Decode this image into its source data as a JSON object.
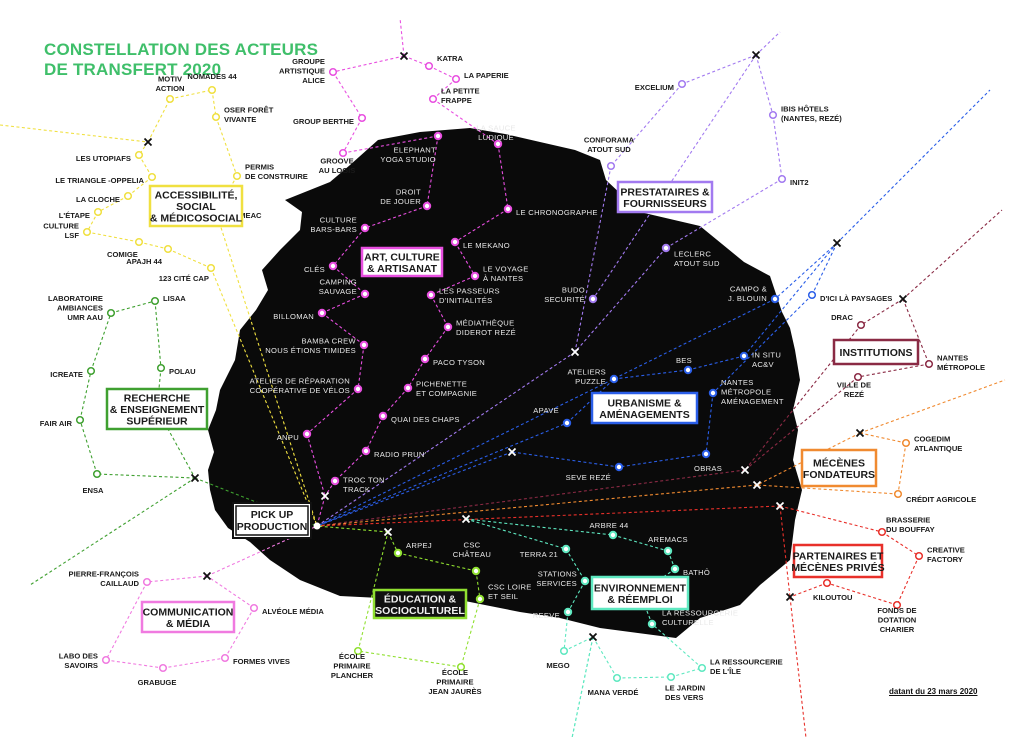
{
  "title": [
    "CONSTELLATION DES ACTEURS",
    "DE TRANSFERT 2020"
  ],
  "date_note": "datant du 23 mars 2020",
  "hub": {
    "label": [
      "PICK UP",
      "PRODUCTION"
    ]
  },
  "colors": {
    "background": "#ffffff",
    "landmass": "#0a0a0a",
    "title": "#3fbf6a",
    "accessibilite": "#f0e040",
    "art": "#e84ee0",
    "prestataires": "#a27af0",
    "urbanisme": "#2a5ee8",
    "institutions": "#8a2a44",
    "mecenes_fondateurs": "#f08a30",
    "partenaires": "#e8302a",
    "environnement": "#5ee8c0",
    "education": "#90e030",
    "recherche": "#3fa030",
    "communication": "#f07ae0"
  },
  "categories": [
    {
      "id": "accessibilite",
      "label": [
        "ACCESSIBILITÉ,",
        "SOCIAL",
        "& MÉDICOSOCIAL"
      ],
      "actors": [
        "MOTIV ACTION",
        "NOMADES 44",
        "OSER FORÊT VIVANTE",
        "PERMIS DE CONSTRUIRE",
        "LES UTOPIAFS",
        "LE TRIANGLE -OPPELIA",
        "LA CLOCHE",
        "L'ÉTAPE",
        "CULTURE LSF",
        "COMIGE",
        "APAJH 44",
        "123 CITÉ CAP",
        "TREMEAC"
      ]
    },
    {
      "id": "art",
      "label": [
        "ART, CULTURE",
        "& ARTISANAT"
      ],
      "actors": [
        "GROUPE ARTISTIQUE ALICE",
        "GROUP BERTHE",
        "GROOVE AU LOGIS",
        "KATRA",
        "LA PAPERIE",
        "LA PETITE FRAPPE",
        "LA SAUCE LUDIQUE",
        "ELEPHANT YOGA STUDIO",
        "DROIT DE JOUER",
        "CULTURE BARS-BARS",
        "CLÉS",
        "CAMPING SAUVAGE",
        "BILLOMAN",
        "BAMBA CREW NOUS ÉTIONS TIMIDES",
        "ATELIER DE RÉPARATION COOPÉRATIVE DE VÉLOS",
        "ANPU",
        "LE CHRONOGRAPHE",
        "LE MEKANO",
        "LE VOYAGE À NANTES",
        "LES PASSEURS D'INITIALITÉS",
        "MÉDIATHÈQUE DIDEROT REZÉ",
        "PACO TYSON",
        "PICHENETTE ET COMPAGNIE",
        "QUAI DES CHAPS",
        "RADIO PRUN'",
        "TROC TON TRACK"
      ]
    },
    {
      "id": "prestataires",
      "label": [
        "PRESTATAIRES &",
        "FOURNISSEURS"
      ],
      "actors": [
        "EXCELIUM",
        "IBIS HÔTELS (NANTES, REZÉ)",
        "INIT2",
        "CONFORAMA ATOUT SUD",
        "LECLERC ATOUT SUD",
        "BUDO SECURITÉ"
      ]
    },
    {
      "id": "urbanisme",
      "label": [
        "URBANISME &",
        "AMÉNAGEMENTS"
      ],
      "actors": [
        "CAMPO & J. BLOUIN",
        "D'ICI LÀ PAYSAGES",
        "IN SITU AC&V",
        "NANTES MÉTROPOLE AMÉNAGEMENT",
        "BES",
        "ATELIERS PUZZLE",
        "APAVE",
        "SEVE REZÉ",
        "OBRAS"
      ]
    },
    {
      "id": "institutions",
      "label": [
        "INSTITUTIONS"
      ],
      "actors": [
        "DRAC",
        "NANTES MÉTROPOLE",
        "VILLE DE REZÉ"
      ]
    },
    {
      "id": "mecenes_fondateurs",
      "label": [
        "MÉCÈNES",
        "FONDATEURS"
      ],
      "actors": [
        "COGEDIM ATLANTIQUE",
        "CRÉDIT AGRICOLE"
      ]
    },
    {
      "id": "partenaires",
      "label": [
        "PARTENAIRES ET",
        "MÉCÈNES PRIVÉS"
      ],
      "actors": [
        "BRASSERIE DU BOUFFAY",
        "CREATIVE FACTORY",
        "FONDS DE DOTATION CHARIER",
        "KILOUTOU"
      ]
    },
    {
      "id": "environnement",
      "label": [
        "ENVIRONNEMENT",
        "& RÉEMPLOI"
      ],
      "actors": [
        "TERRA 21",
        "ARBRE 44",
        "AREMACS",
        "BATHÔ",
        "STATIONS SERVICES",
        "REEVE",
        "LA RESSOURCERIE CULTURELLE",
        "MEGO",
        "MANA VERDÉ",
        "LE JARDIN DES VERS",
        "LA RESSOURCERIE DE L'ÎLE"
      ]
    },
    {
      "id": "education",
      "label": [
        "ÉDUCATION &",
        "SOCIOCULTUREL"
      ],
      "actors": [
        "ARPEJ",
        "CSC CHÂTEAU",
        "CSC LOIRE ET SEIL",
        "ÉCOLE PRIMAIRE PLANCHER",
        "ÉCOLE PRIMAIRE JEAN JAURÈS"
      ]
    },
    {
      "id": "recherche",
      "label": [
        "RECHERCHE",
        "& ENSEIGNEMENT",
        "SUPÉRIEUR"
      ],
      "actors": [
        "LABORATOIRE AMBIANCES UMR AAU",
        "LISAA",
        "ICREATE",
        "POLAU",
        "FAIR AIR",
        "ENSA"
      ]
    },
    {
      "id": "communication",
      "label": [
        "COMMUNICATION",
        "& MÉDIA"
      ],
      "actors": [
        "PIERRE-FRANÇOIS CAILLAUD",
        "ALVÉOLE MÉDIA",
        "LABO DES SAVOIRS",
        "GRABUGE",
        "FORMES VIVES"
      ]
    }
  ]
}
